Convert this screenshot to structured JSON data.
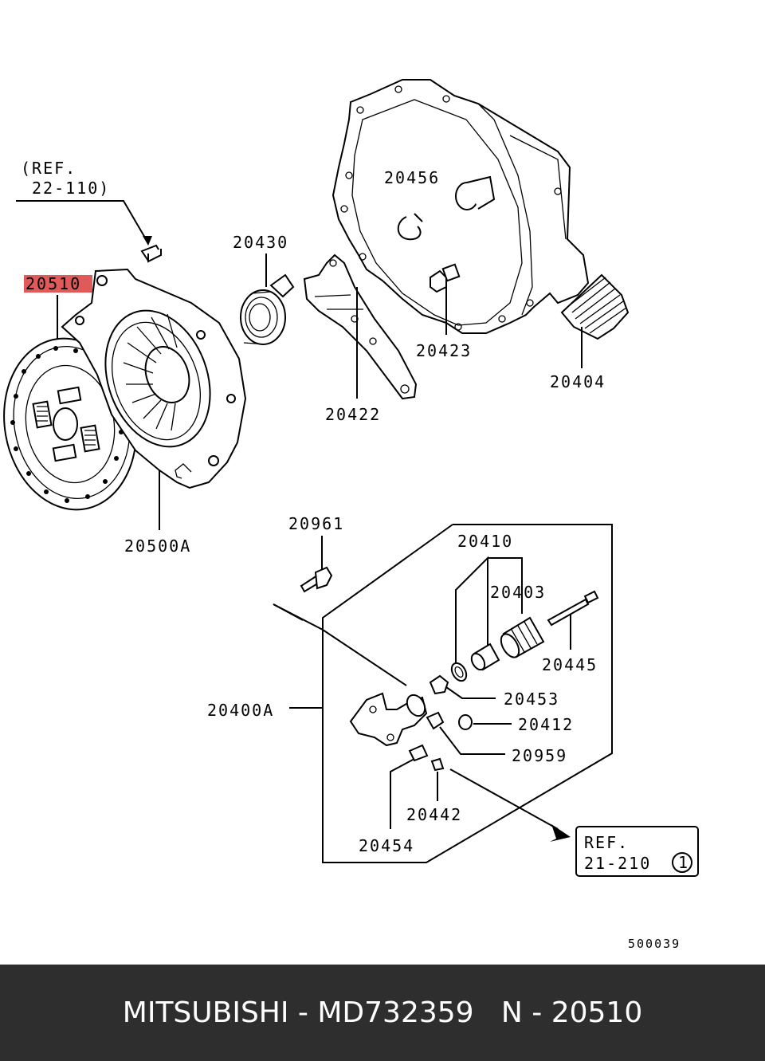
{
  "diagram": {
    "ref_top": {
      "line1": "(REF.",
      "line2": "22-110)"
    },
    "highlight_color": "#e05a5a",
    "labels": {
      "p20510": "20510",
      "p20500A": "20500A",
      "p20430": "20430",
      "p20456": "20456",
      "p20423": "20423",
      "p20422": "20422",
      "p20404": "20404",
      "p20961": "20961",
      "p20410": "20410",
      "p20403": "20403",
      "p20445": "20445",
      "p20400A": "20400A",
      "p20453": "20453",
      "p20412": "20412",
      "p20959": "20959",
      "p20442": "20442",
      "p20454": "20454"
    },
    "ref_box": {
      "line1": "REF.",
      "line2": "21-210",
      "circled": "1"
    },
    "drawing_number": "500039"
  },
  "footer": {
    "text": "MITSUBISHI - MD732359   N - 20510"
  }
}
